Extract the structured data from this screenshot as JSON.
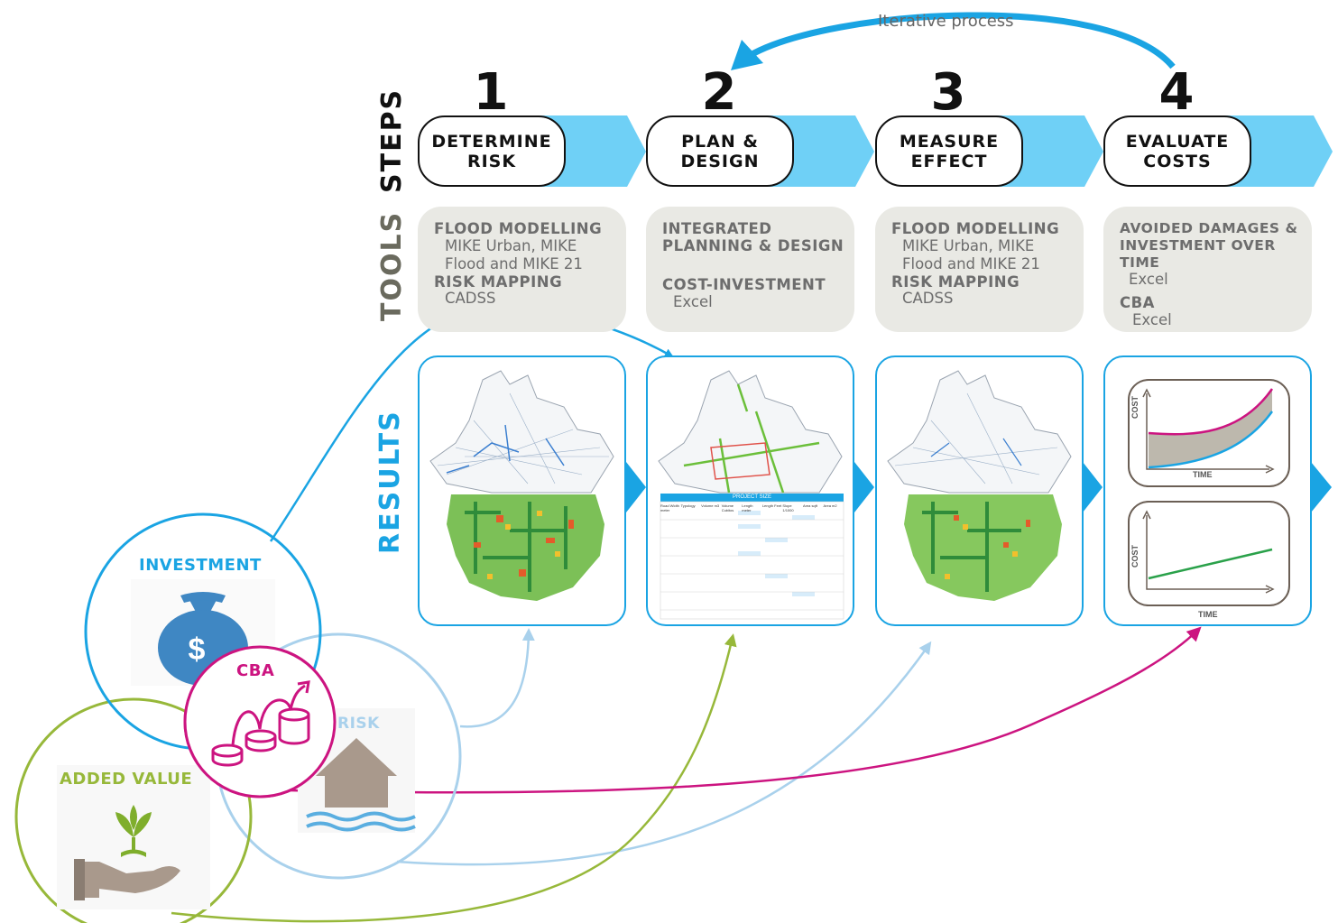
{
  "iterative_label": "Iterative process",
  "row_labels": {
    "steps": "STEPS",
    "tools": "TOOLS",
    "results": "RESULTS"
  },
  "steps": [
    {
      "number": "1",
      "title": "DETERMINE\nRISK"
    },
    {
      "number": "2",
      "title": "PLAN &\nDESIGN"
    },
    {
      "number": "3",
      "title": "MEASURE\nEFFECT"
    },
    {
      "number": "4",
      "title": "EVALUATE\nCOSTS"
    }
  ],
  "tools": [
    {
      "lines": [
        {
          "type": "h",
          "text": "FLOOD MODELLING"
        },
        {
          "type": "t",
          "text": "MIKE Urban, MIKE\nFlood and MIKE 21"
        },
        {
          "type": "h",
          "text": "RISK MAPPING"
        },
        {
          "type": "t",
          "text": "CADSS"
        }
      ]
    },
    {
      "lines": [
        {
          "type": "h",
          "text": "INTEGRATED\nPLANNING & DESIGN"
        },
        {
          "type": "gap",
          "text": ""
        },
        {
          "type": "h",
          "text": "COST-INVESTMENT"
        },
        {
          "type": "t",
          "text": "Excel"
        }
      ]
    },
    {
      "lines": [
        {
          "type": "h",
          "text": "FLOOD MODELLING"
        },
        {
          "type": "t",
          "text": "MIKE Urban, MIKE\nFlood and MIKE 21"
        },
        {
          "type": "h",
          "text": "RISK MAPPING"
        },
        {
          "type": "t",
          "text": "CADSS"
        }
      ]
    },
    {
      "lines": [
        {
          "type": "h",
          "text": "AVOIDED DAMAGES &\nINVESTMENT OVER TIME"
        },
        {
          "type": "t",
          "text": "Excel"
        },
        {
          "type": "h",
          "text": "CBA"
        },
        {
          "type": "t",
          "text": "Excel"
        }
      ]
    }
  ],
  "project_table": {
    "title": "PROJECT SIZE",
    "headers": [
      "Road Width meter",
      "Typology",
      "Volume m3",
      "Volume Cubitos",
      "Length meter",
      "Length Feet",
      "Slope 1/1000",
      "Area sqft",
      "Area m2"
    ]
  },
  "cost_charts": {
    "y_label": "COST",
    "x_label": "TIME"
  },
  "circles": {
    "investment": "INVESTMENT",
    "cba": "CBA",
    "risk": "RISK",
    "added_value": "ADDED VALUE"
  },
  "colors": {
    "blue": "#1aa4e3",
    "light_blue_arrow": "#6fd0f6",
    "light_blue": "#a9d1ec",
    "magenta": "#cc1480",
    "green": "#97b83a",
    "gray_box": "#e9e9e4",
    "gray_text": "#6d6d6d"
  },
  "icons": [
    "money-bag-icon",
    "coins-growth-icon",
    "house-flood-icon",
    "hand-plant-icon"
  ]
}
